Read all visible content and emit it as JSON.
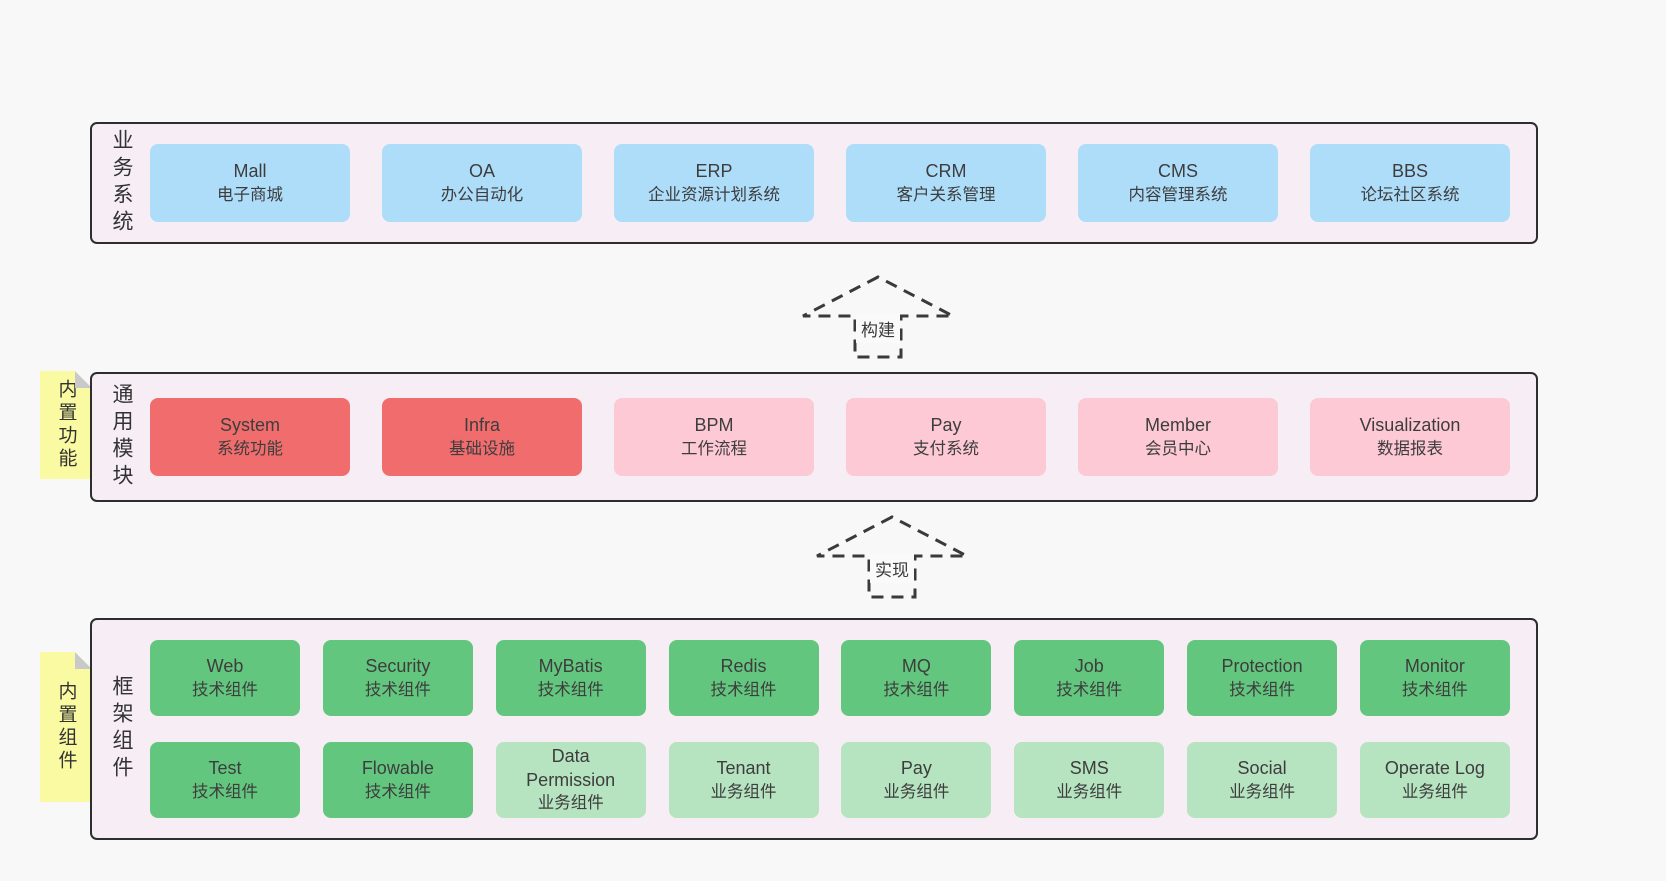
{
  "colors": {
    "page_bg": "#f8f8f8",
    "band_bg": "#f6edf5",
    "band_border": "#2e2e2e",
    "box_blue": "#aeddfa",
    "box_red": "#f16d6d",
    "box_pink": "#fdc9d4",
    "box_green": "#63c67e",
    "box_light_green": "#b6e3c0",
    "note_yellow": "#fafaa3",
    "note_fold_gray": "#c9c9c9",
    "text": "#3d3d3d"
  },
  "bands": {
    "business": {
      "label": "业务系统",
      "boxes": [
        {
          "en": "Mall",
          "zh": "电子商城"
        },
        {
          "en": "OA",
          "zh": "办公自动化"
        },
        {
          "en": "ERP",
          "zh": "企业资源计划系统"
        },
        {
          "en": "CRM",
          "zh": "客户关系管理"
        },
        {
          "en": "CMS",
          "zh": "内容管理系统"
        },
        {
          "en": "BBS",
          "zh": "论坛社区系统"
        }
      ]
    },
    "modules": {
      "label": "通用模块",
      "note": "内置功能",
      "boxes": [
        {
          "en": "System",
          "zh": "系统功能"
        },
        {
          "en": "Infra",
          "zh": "基础设施"
        },
        {
          "en": "BPM",
          "zh": "工作流程"
        },
        {
          "en": "Pay",
          "zh": "支付系统"
        },
        {
          "en": "Member",
          "zh": "会员中心"
        },
        {
          "en": "Visualization",
          "zh": "数据报表"
        }
      ]
    },
    "components": {
      "label": "框架组件",
      "note": "内置组件",
      "row1": [
        {
          "en": "Web",
          "zh": "技术组件"
        },
        {
          "en": "Security",
          "zh": "技术组件"
        },
        {
          "en": "MyBatis",
          "zh": "技术组件"
        },
        {
          "en": "Redis",
          "zh": "技术组件"
        },
        {
          "en": "MQ",
          "zh": "技术组件"
        },
        {
          "en": "Job",
          "zh": "技术组件"
        },
        {
          "en": "Protection",
          "zh": "技术组件"
        },
        {
          "en": "Monitor",
          "zh": "技术组件"
        }
      ],
      "row2": [
        {
          "en": "Test",
          "zh": "技术组件"
        },
        {
          "en": "Flowable",
          "zh": "技术组件"
        },
        {
          "en": "Data\nPermission",
          "zh": "业务组件"
        },
        {
          "en": "Tenant",
          "zh": "业务组件"
        },
        {
          "en": "Pay",
          "zh": "业务组件"
        },
        {
          "en": "SMS",
          "zh": "业务组件"
        },
        {
          "en": "Social",
          "zh": "业务组件"
        },
        {
          "en": "Operate Log",
          "zh": "业务组件"
        }
      ]
    }
  },
  "arrows": {
    "build": "构建",
    "implement": "实现"
  }
}
